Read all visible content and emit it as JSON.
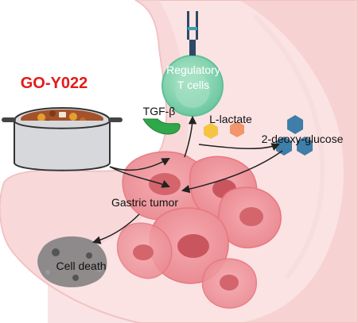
{
  "figure": {
    "drug_name": "GO-Y022",
    "cell_type_label_line1": "Regulatory",
    "cell_type_label_line2": "T cells",
    "cytokine_label": "TGF-β",
    "metabolite_label": "L-lactate",
    "inhibitor_label": "2-deoxy-glucose",
    "tumor_label": "Gastric tumor",
    "outcome_label": "Cell death"
  },
  "colors": {
    "drug_text": "#e41a1a",
    "stomach_fill": "#f6d6d6",
    "stomach_edge": "#e9aeb0",
    "treg_fill": "#87d3b0",
    "treg_ring": "#5fbf98",
    "tgf_beta": "#2fa84a",
    "lactate_yellow": "#f5c542",
    "lactate_orange": "#f2956b",
    "deoxyglucose_blue": "#3f7ea8",
    "tumor_fill": "#ee8f96",
    "tumor_core": "#d4656d",
    "dead_cell": "#6e6e6e",
    "receptor": "#2c4a66"
  }
}
